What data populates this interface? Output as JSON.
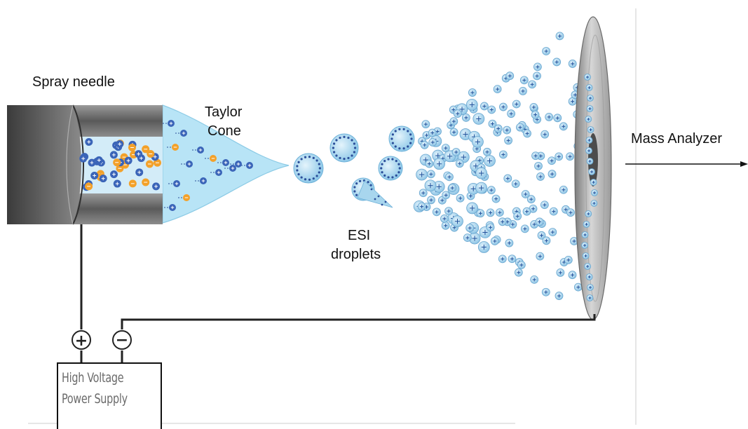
{
  "labels": {
    "spray_needle": "Spray needle",
    "taylor_cone_line1": "Taylor",
    "taylor_cone_line2": "Cone",
    "esi_line1": "ESI",
    "esi_line2": "droplets",
    "mass_analyzer": "Mass Analyzer",
    "psu_line1": "High Voltage",
    "psu_line2": "Power Supply",
    "plus_symbol": "+",
    "minus_symbol": "−"
  },
  "colors": {
    "needle_dark": "#4a4a4a",
    "needle_light": "#bdbdbd",
    "liquid": "#cfe9f7",
    "cone": "#aee0f4",
    "ion_blue": "#3a64b8",
    "counter_ion_orange": "#f3a12a",
    "droplet": "#a9d8ef",
    "plate": "#b9b9b9",
    "wire": "#222222"
  }
}
